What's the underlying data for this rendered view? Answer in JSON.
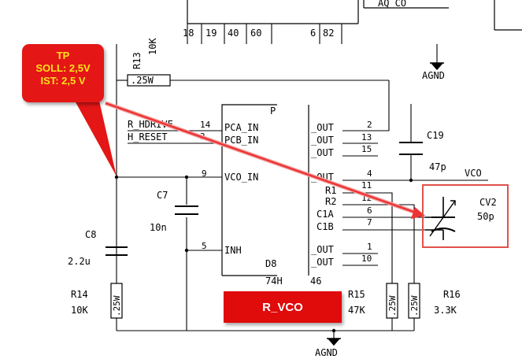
{
  "callout": {
    "line1": "TP",
    "line2": "SOLL: 2,5V",
    "line3": "IST: 2,5 V"
  },
  "badge": {
    "label": "R_VCO"
  },
  "ic": {
    "name_top": "P",
    "name_d": "D8",
    "name_74": "74H",
    "name_46": "46",
    "left_pins": [
      "PCA_IN",
      "PCB_IN",
      "VCO_IN",
      "INH"
    ],
    "right_pins": [
      "_OUT",
      "_OUT",
      "_OUT",
      "_OUT",
      "R1",
      "R2",
      "C1A",
      "C1B",
      "_OUT",
      "_OUT"
    ],
    "right_pin_nums": [
      "2",
      "13",
      "15",
      "4",
      "11",
      "12",
      "6",
      "7",
      "1",
      "10"
    ],
    "left_pin_nums": [
      "14",
      "3",
      "9",
      "5"
    ]
  },
  "bus_numbers": [
    "18",
    "19",
    "40",
    "60",
    "6",
    "82"
  ],
  "top_right_fragment": "AQ CO",
  "nets": {
    "r_hdrive": "R_HDRIVE",
    "h_reset": "H_RESET",
    "vco": "VCO",
    "agnd": "AGND"
  },
  "components": {
    "R13": {
      "ref": "R13",
      "value": "10K",
      "tol": ".25W"
    },
    "C7": {
      "ref": "C7",
      "value": "10n"
    },
    "C8": {
      "ref": "C8",
      "value": "2.2u"
    },
    "R14": {
      "ref": "R14",
      "value": "10K",
      "tol": ".25W"
    },
    "R15": {
      "ref": "R15",
      "value": "47K",
      "tol": ".25W"
    },
    "R16": {
      "ref": "R16",
      "value": "3.3K",
      "tol": ".25W"
    },
    "C19": {
      "ref": "C19",
      "value": "47p"
    },
    "CV2": {
      "ref": "CV2",
      "value": "50p"
    }
  }
}
